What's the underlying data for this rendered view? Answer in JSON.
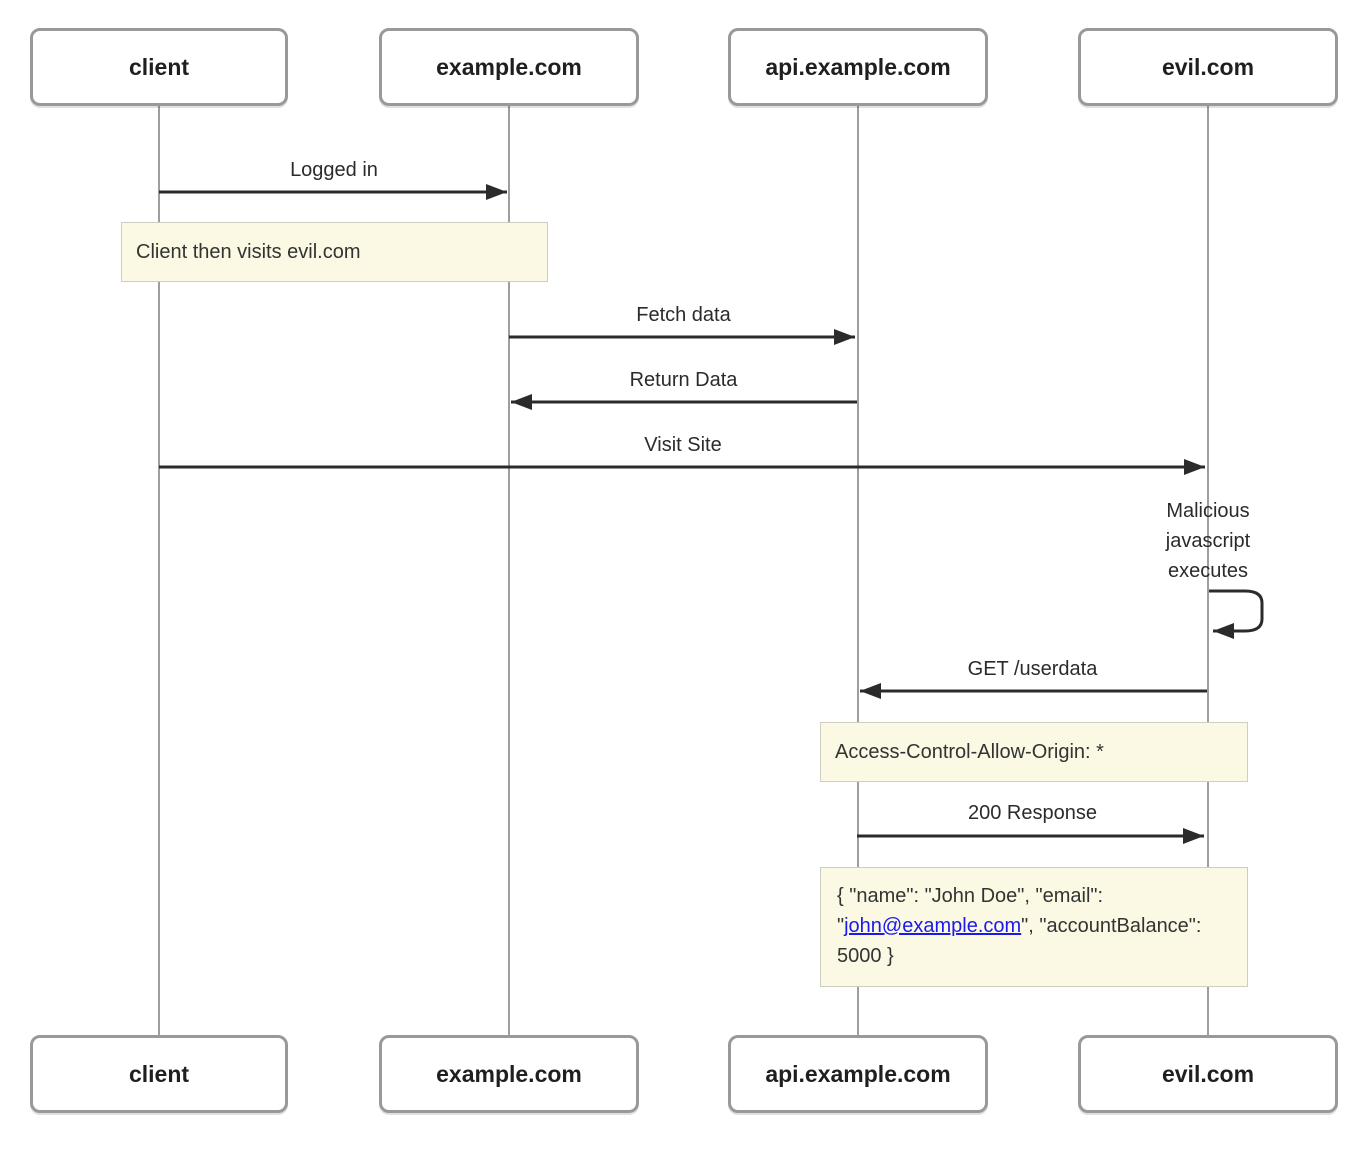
{
  "diagram": {
    "actors": [
      {
        "label": "client"
      },
      {
        "label": "example.com"
      },
      {
        "label": "api.example.com"
      },
      {
        "label": "evil.com"
      }
    ],
    "messages": [
      {
        "from": "client",
        "to": "example.com",
        "label": "Logged in"
      },
      {
        "from": "example.com",
        "to": "api.example.com",
        "label": "Fetch data"
      },
      {
        "from": "api.example.com",
        "to": "example.com",
        "label": "Return Data"
      },
      {
        "from": "client",
        "to": "evil.com",
        "label": "Visit Site"
      },
      {
        "from": "evil.com",
        "to": "evil.com",
        "label": "Malicious javascript executes"
      },
      {
        "from": "evil.com",
        "to": "api.example.com",
        "label": "GET /userdata"
      },
      {
        "from": "api.example.com",
        "to": "evil.com",
        "label": "200 Response"
      }
    ],
    "notes": [
      {
        "over": "client, example.com",
        "text": "Client then visits evil.com"
      },
      {
        "over": "api.example.com, evil.com",
        "text": "Access-Control-Allow-Origin: *"
      },
      {
        "over": "api.example.com, evil.com",
        "text_before": "{ \"name\": \"John Doe\", \"email\": \"",
        "link_text": "john@example.com",
        "text_after": "\", \"accountBalance\": 5000 }"
      }
    ],
    "colors": {
      "note_bg": "#fbf8e3",
      "note_border": "#cfccc0",
      "actor_border": "#999999",
      "lifeline": "#9e9e9e",
      "message": "#2b2b2b",
      "link": "#1b1aee"
    }
  }
}
